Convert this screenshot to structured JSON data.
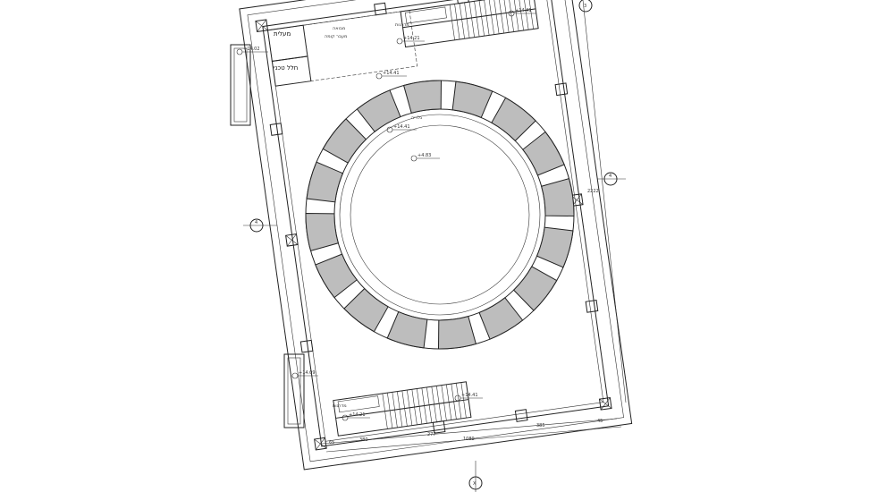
{
  "labels": {
    "room_stair_top": "מדרגות",
    "room_top_left": "מעלית",
    "room_left_small": "חלל טכני",
    "corridor_line1": "מבואה",
    "corridor_line2": "מעבר קומה",
    "central_hall": "גלריה",
    "room_stair_bottom": "מדרגות"
  },
  "elevations": {
    "stair_top_upper": "+14.41",
    "stair_top_lower": "+14.21",
    "top_landing": "+14.41",
    "left_side": "+14.02",
    "ring_top": "+14.41",
    "center": "+4.83",
    "left_lower": "+14.09",
    "stair_bottom_upper": "+14.41",
    "stair_bottom_lower": "+14.21"
  },
  "markers": {
    "top_right": "3",
    "left": "4",
    "right": "4",
    "bottom": "X"
  },
  "dimensions": {
    "bottom": [
      "65",
      "380",
      "277",
      "1089",
      "385",
      "45"
    ],
    "right": "2222"
  }
}
